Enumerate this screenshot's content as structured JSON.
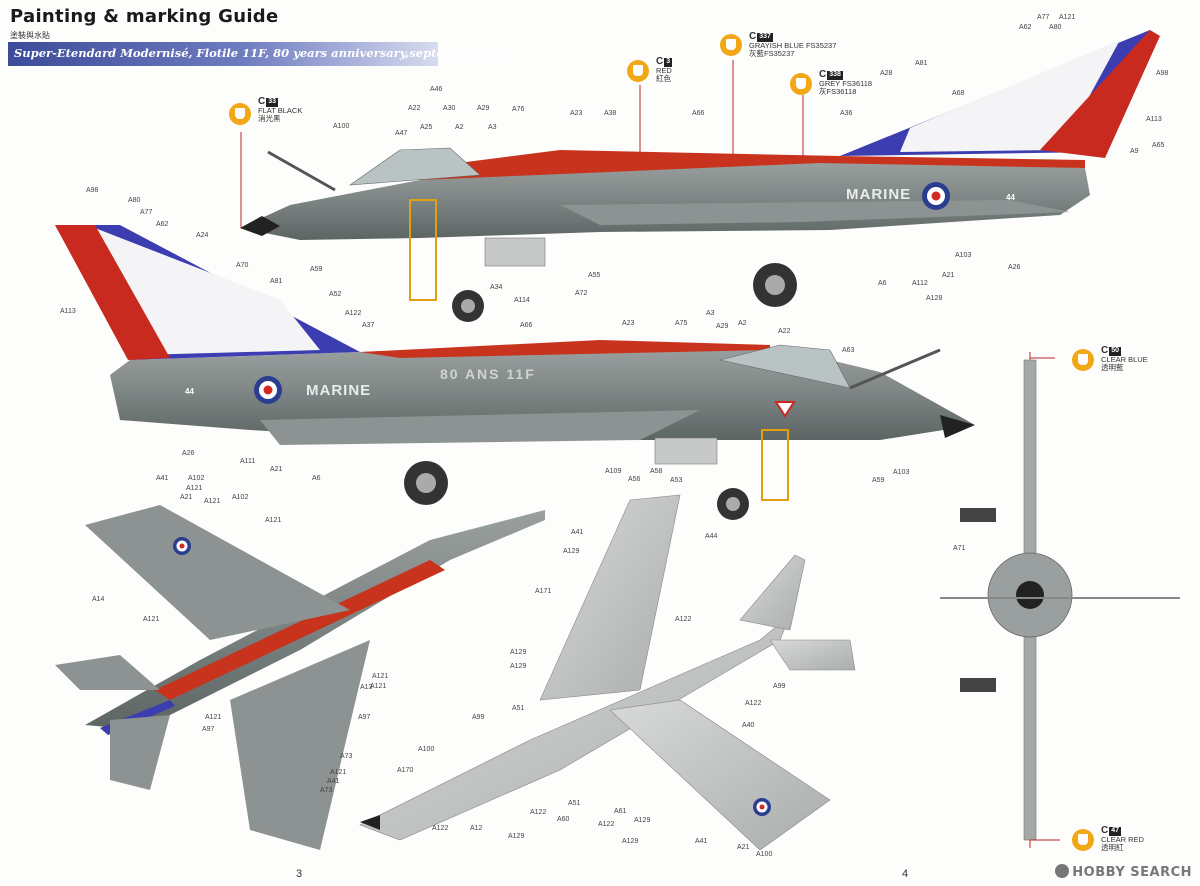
{
  "header": {
    "title": "Painting & marking Guide",
    "subtitle_cn": "塗裝與水貼",
    "banner": "Super-Etendard Modernisé, Flotile 11F, 80 years anniversary,september 2002"
  },
  "callouts": [
    {
      "code": "C",
      "num": "33",
      "en": "FLAT BLACK",
      "cn": "消光黑"
    },
    {
      "code": "C",
      "num": "3",
      "en": "RED",
      "cn": "紅色"
    },
    {
      "code": "C",
      "num": "337",
      "en": "GRAYISH BLUE FS35237",
      "cn": "灰藍FS35237"
    },
    {
      "code": "C",
      "num": "338",
      "en": "GREY FS36118",
      "cn": "灰FS36118"
    },
    {
      "code": "C",
      "num": "50",
      "en": "CLEAR BLUE",
      "cn": "透明藍"
    },
    {
      "code": "C",
      "num": "47",
      "en": "CLEAR RED",
      "cn": "透明紅"
    }
  ],
  "markings": {
    "marine": "MARINE",
    "anniversary": "80 ANS 11F",
    "tail_number": "44"
  },
  "labels_top": [
    "A77",
    "A121",
    "A62",
    "A80",
    "A98",
    "A81",
    "A68",
    "A113",
    "A65",
    "A9",
    "A28",
    "A36",
    "A46",
    "A22",
    "A30",
    "A29",
    "A76",
    "A23",
    "A38",
    "A66",
    "A47",
    "A25",
    "A2",
    "A3",
    "A100",
    "A103",
    "A26",
    "A59",
    "A34",
    "A114",
    "A72",
    "A55",
    "A6",
    "A112",
    "A21",
    "A128"
  ],
  "labels_mid": [
    "A98",
    "A80",
    "A77",
    "A62",
    "A24",
    "A70",
    "A81",
    "A52",
    "A122",
    "A37",
    "A66",
    "A23",
    "A75",
    "A3",
    "A29",
    "A2",
    "A22",
    "A63",
    "A113",
    "A26",
    "A111",
    "A21",
    "A6",
    "A109",
    "A56",
    "A58",
    "A53",
    "A59",
    "A103"
  ],
  "labels_bottom": [
    "A41",
    "A102",
    "A121",
    "A21",
    "A121",
    "A102",
    "A121",
    "A14",
    "A121",
    "A121",
    "A121",
    "A97",
    "A121",
    "A13",
    "A97",
    "A73",
    "A121",
    "A41",
    "A73",
    "A41",
    "A44",
    "A129",
    "A171",
    "A122",
    "A99",
    "A129",
    "A129",
    "A122",
    "A51",
    "A99",
    "A40",
    "A100",
    "A170",
    "A122",
    "A12",
    "A129",
    "A122",
    "A51",
    "A60",
    "A61",
    "A122",
    "A129",
    "A129",
    "A41",
    "A21",
    "A100",
    "A71"
  ],
  "page_numbers": {
    "left": "3",
    "right": "4"
  },
  "watermark": "HOBBY SEARCH"
}
